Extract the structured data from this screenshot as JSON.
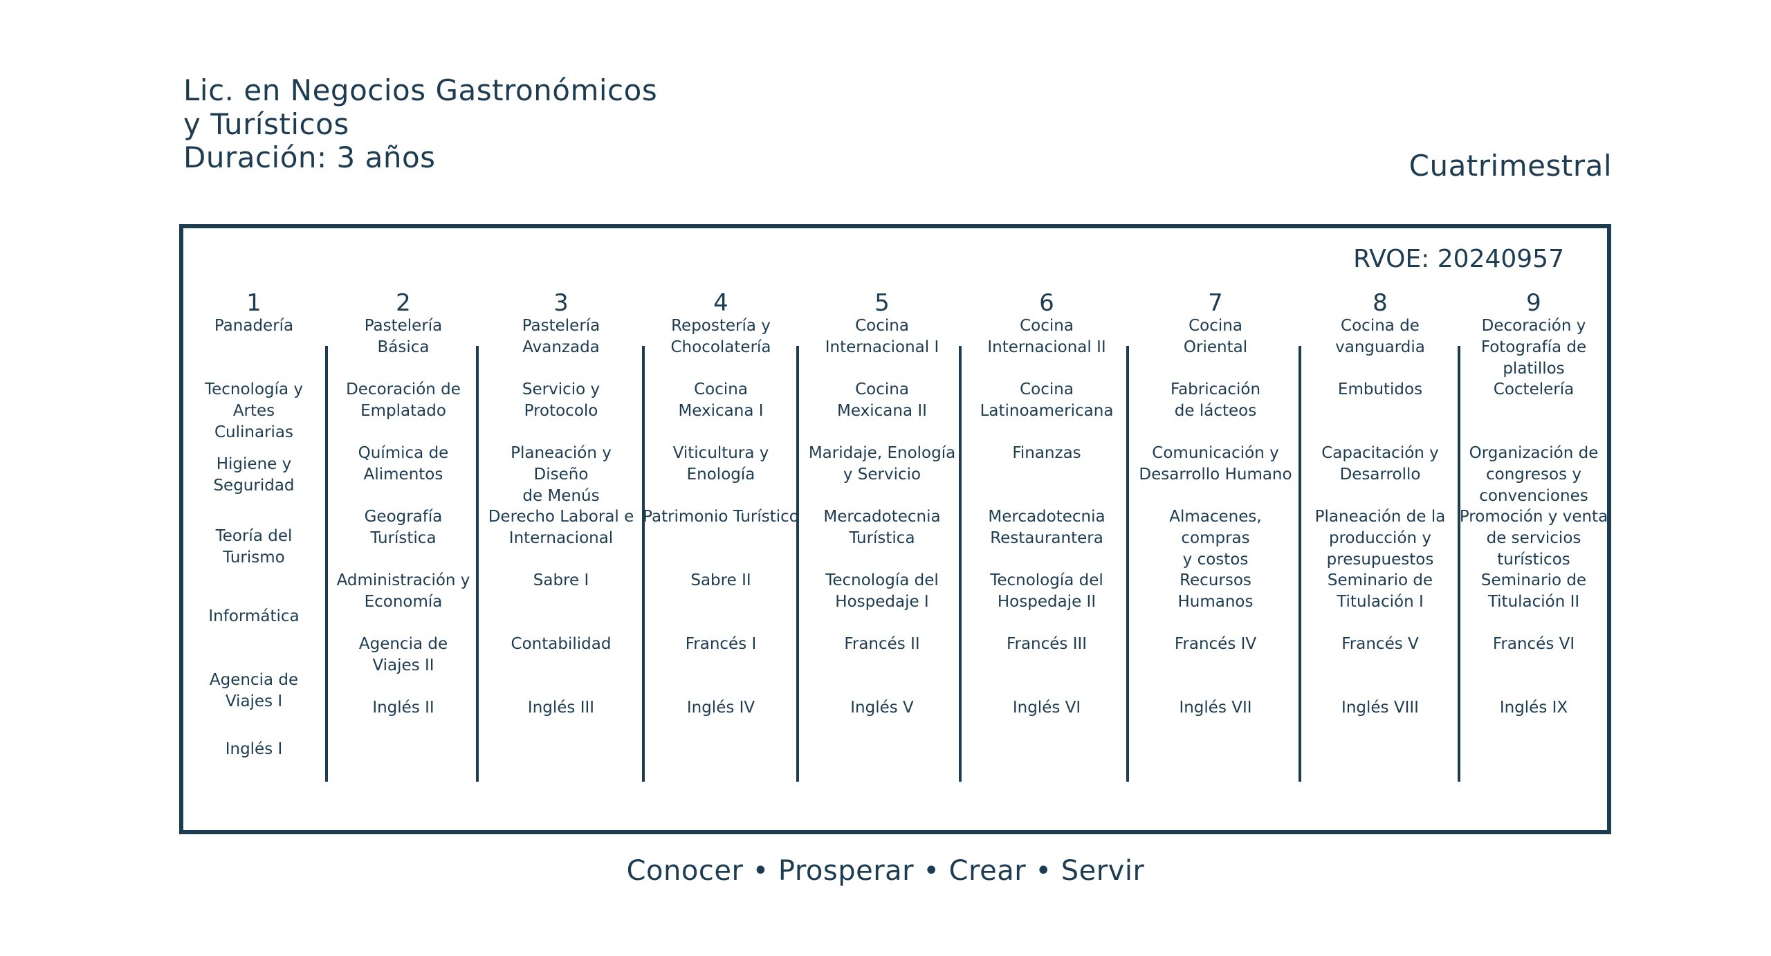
{
  "header": {
    "title_line1": "Lic. en Negocios Gastronómicos",
    "title_line2": "y Turísticos",
    "duration": "Duración: 3 años",
    "modality": "Cuatrimestral"
  },
  "plan": {
    "rvoe": "RVOE: 20240957",
    "columns": [
      {
        "number": "1",
        "subjects": [
          "Panadería",
          "Tecnología y\nArtes\nCulinarias",
          "Higiene y\nSeguridad",
          "Teoría del\nTurismo",
          "Informática",
          "Agencia de\nViajes I",
          "Inglés I"
        ]
      },
      {
        "number": "2",
        "subjects": [
          "Pastelería\nBásica",
          "Decoración de\nEmplatado",
          "Química de\nAlimentos",
          "Geografía\nTurística",
          "Administración y\nEconomía",
          "Agencia de\nViajes II",
          "Inglés II"
        ]
      },
      {
        "number": "3",
        "subjects": [
          "Pastelería\nAvanzada",
          "Servicio y\nProtocolo",
          "Planeación y Diseño\nde Menús",
          "Derecho Laboral e\nInternacional",
          "Sabre I",
          "Contabilidad",
          "Inglés III"
        ]
      },
      {
        "number": "4",
        "subjects": [
          "Repostería y\nChocolatería",
          "Cocina\nMexicana I",
          "Viticultura y\nEnología",
          "Patrimonio Turístico",
          "Sabre II",
          "Francés I",
          "Inglés IV"
        ]
      },
      {
        "number": "5",
        "subjects": [
          "Cocina\nInternacional I",
          "Cocina\nMexicana II",
          "Maridaje, Enología\ny Servicio",
          "Mercadotecnia\nTurística",
          "Tecnología del\nHospedaje I",
          "Francés II",
          "Inglés V"
        ]
      },
      {
        "number": "6",
        "subjects": [
          "Cocina\nInternacional II",
          "Cocina\nLatinoamericana",
          "Finanzas",
          "Mercadotecnia\nRestaurantera",
          "Tecnología del\nHospedaje II",
          "Francés III",
          "Inglés VI"
        ]
      },
      {
        "number": "7",
        "subjects": [
          "Cocina\nOriental",
          "Fabricación\nde lácteos",
          "Comunicación y\nDesarrollo Humano",
          "Almacenes, compras\ny costos",
          "Recursos\nHumanos",
          "Francés IV",
          "Inglés VII"
        ]
      },
      {
        "number": "8",
        "subjects": [
          "Cocina de\nvanguardia",
          "Embutidos",
          "Capacitación y\nDesarrollo",
          "Planeación de la\nproducción y\npresupuestos",
          "Seminario de\nTitulación I",
          "Francés V",
          "Inglés VIII"
        ]
      },
      {
        "number": "9",
        "subjects": [
          "Decoración y\nFotografía de\nplatillos",
          "Coctelería",
          "Organización de\ncongresos y\nconvenciones",
          "Promoción y venta\nde servicios\nturísticos",
          "Seminario de\nTitulación II",
          "Francés VI",
          "Inglés IX"
        ]
      }
    ]
  },
  "footer": {
    "slogan": "Conocer • Prosperar • Crear • Servir"
  }
}
